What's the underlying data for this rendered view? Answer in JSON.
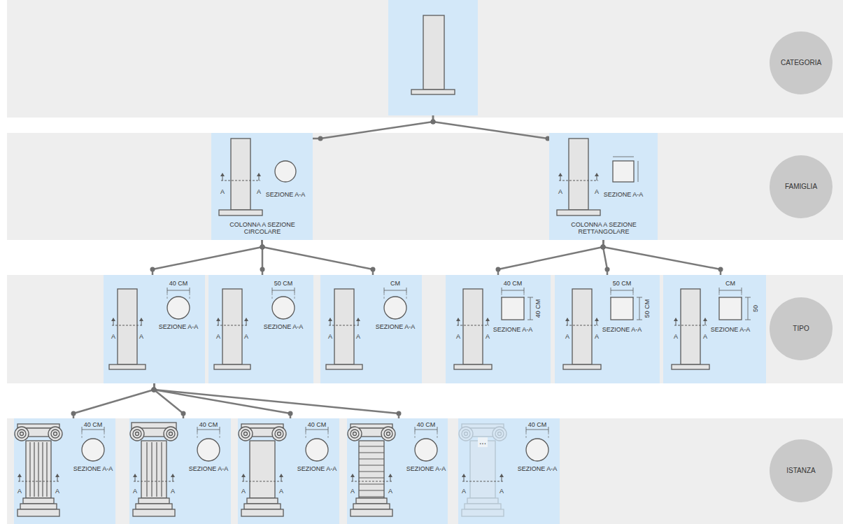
{
  "diagram": {
    "nodes": [
      {
        "text": []
      },
      {
        "text": [
          "CATEGORIA"
        ]
      },
      {
        "text": [
          "A",
          "A",
          "SEZIONE A-A",
          "COLONNA A SEZIONE CIRCOLARE"
        ]
      },
      {
        "text": [
          "A",
          "A",
          "SEZIONE A-A",
          "COLONNA A SEZIONE RETTANGOLARE"
        ]
      },
      {
        "text": [
          "FAMIGLIA"
        ]
      },
      {
        "text": [
          "A",
          "A",
          "40 CM",
          "SEZIONE A-A"
        ]
      },
      {
        "text": [
          "A",
          "A",
          "50 CM",
          "SEZIONE A-A"
        ]
      },
      {
        "text": [
          "A",
          "A",
          "CM",
          "SEZIONE A-A"
        ]
      },
      {
        "text": [
          "A",
          "A",
          "40 CM",
          "40 CM",
          "SEZIONE A-A"
        ]
      },
      {
        "text": [
          "A",
          "A",
          "50 CM",
          "50 CM",
          "SEZIONE A-A"
        ]
      },
      {
        "text": [
          "A",
          "A",
          "CM",
          "50",
          "SEZIONE A-A"
        ]
      },
      {
        "text": [
          "TIPO"
        ]
      },
      {
        "text": [
          "A",
          "A",
          "40 CM",
          "SEZIONE A-A"
        ]
      },
      {
        "text": [
          "A",
          "A",
          "40 CM",
          "SEZIONE A-A"
        ]
      },
      {
        "text": [
          "A",
          "A",
          "40 CM",
          "SEZIONE A-A"
        ]
      },
      {
        "text": [
          "A",
          "A",
          "40 CM",
          "SEZIONE A-A"
        ]
      },
      {
        "text": [
          "...",
          "A",
          "A",
          "40 CM",
          "SEZIONE A-A"
        ]
      },
      {
        "text": [
          "ISTANZA"
        ]
      }
    ],
    "edges": [
      {
        "from": 0,
        "to": 2,
        "arrow": "none"
      },
      {
        "from": 0,
        "to": 3,
        "arrow": "none"
      },
      {
        "from": 2,
        "to": 5,
        "arrow": "none"
      },
      {
        "from": 2,
        "to": 6,
        "arrow": "none"
      },
      {
        "from": 2,
        "to": 7,
        "arrow": "none"
      },
      {
        "from": 3,
        "to": 8,
        "arrow": "none"
      },
      {
        "from": 3,
        "to": 9,
        "arrow": "none"
      },
      {
        "from": 3,
        "to": 10,
        "arrow": "none"
      },
      {
        "from": 5,
        "to": 12,
        "arrow": "none"
      },
      {
        "from": 5,
        "to": 13,
        "arrow": "none"
      },
      {
        "from": 5,
        "to": 14,
        "arrow": "none"
      },
      {
        "from": 5,
        "to": 15,
        "arrow": "none"
      }
    ]
  }
}
